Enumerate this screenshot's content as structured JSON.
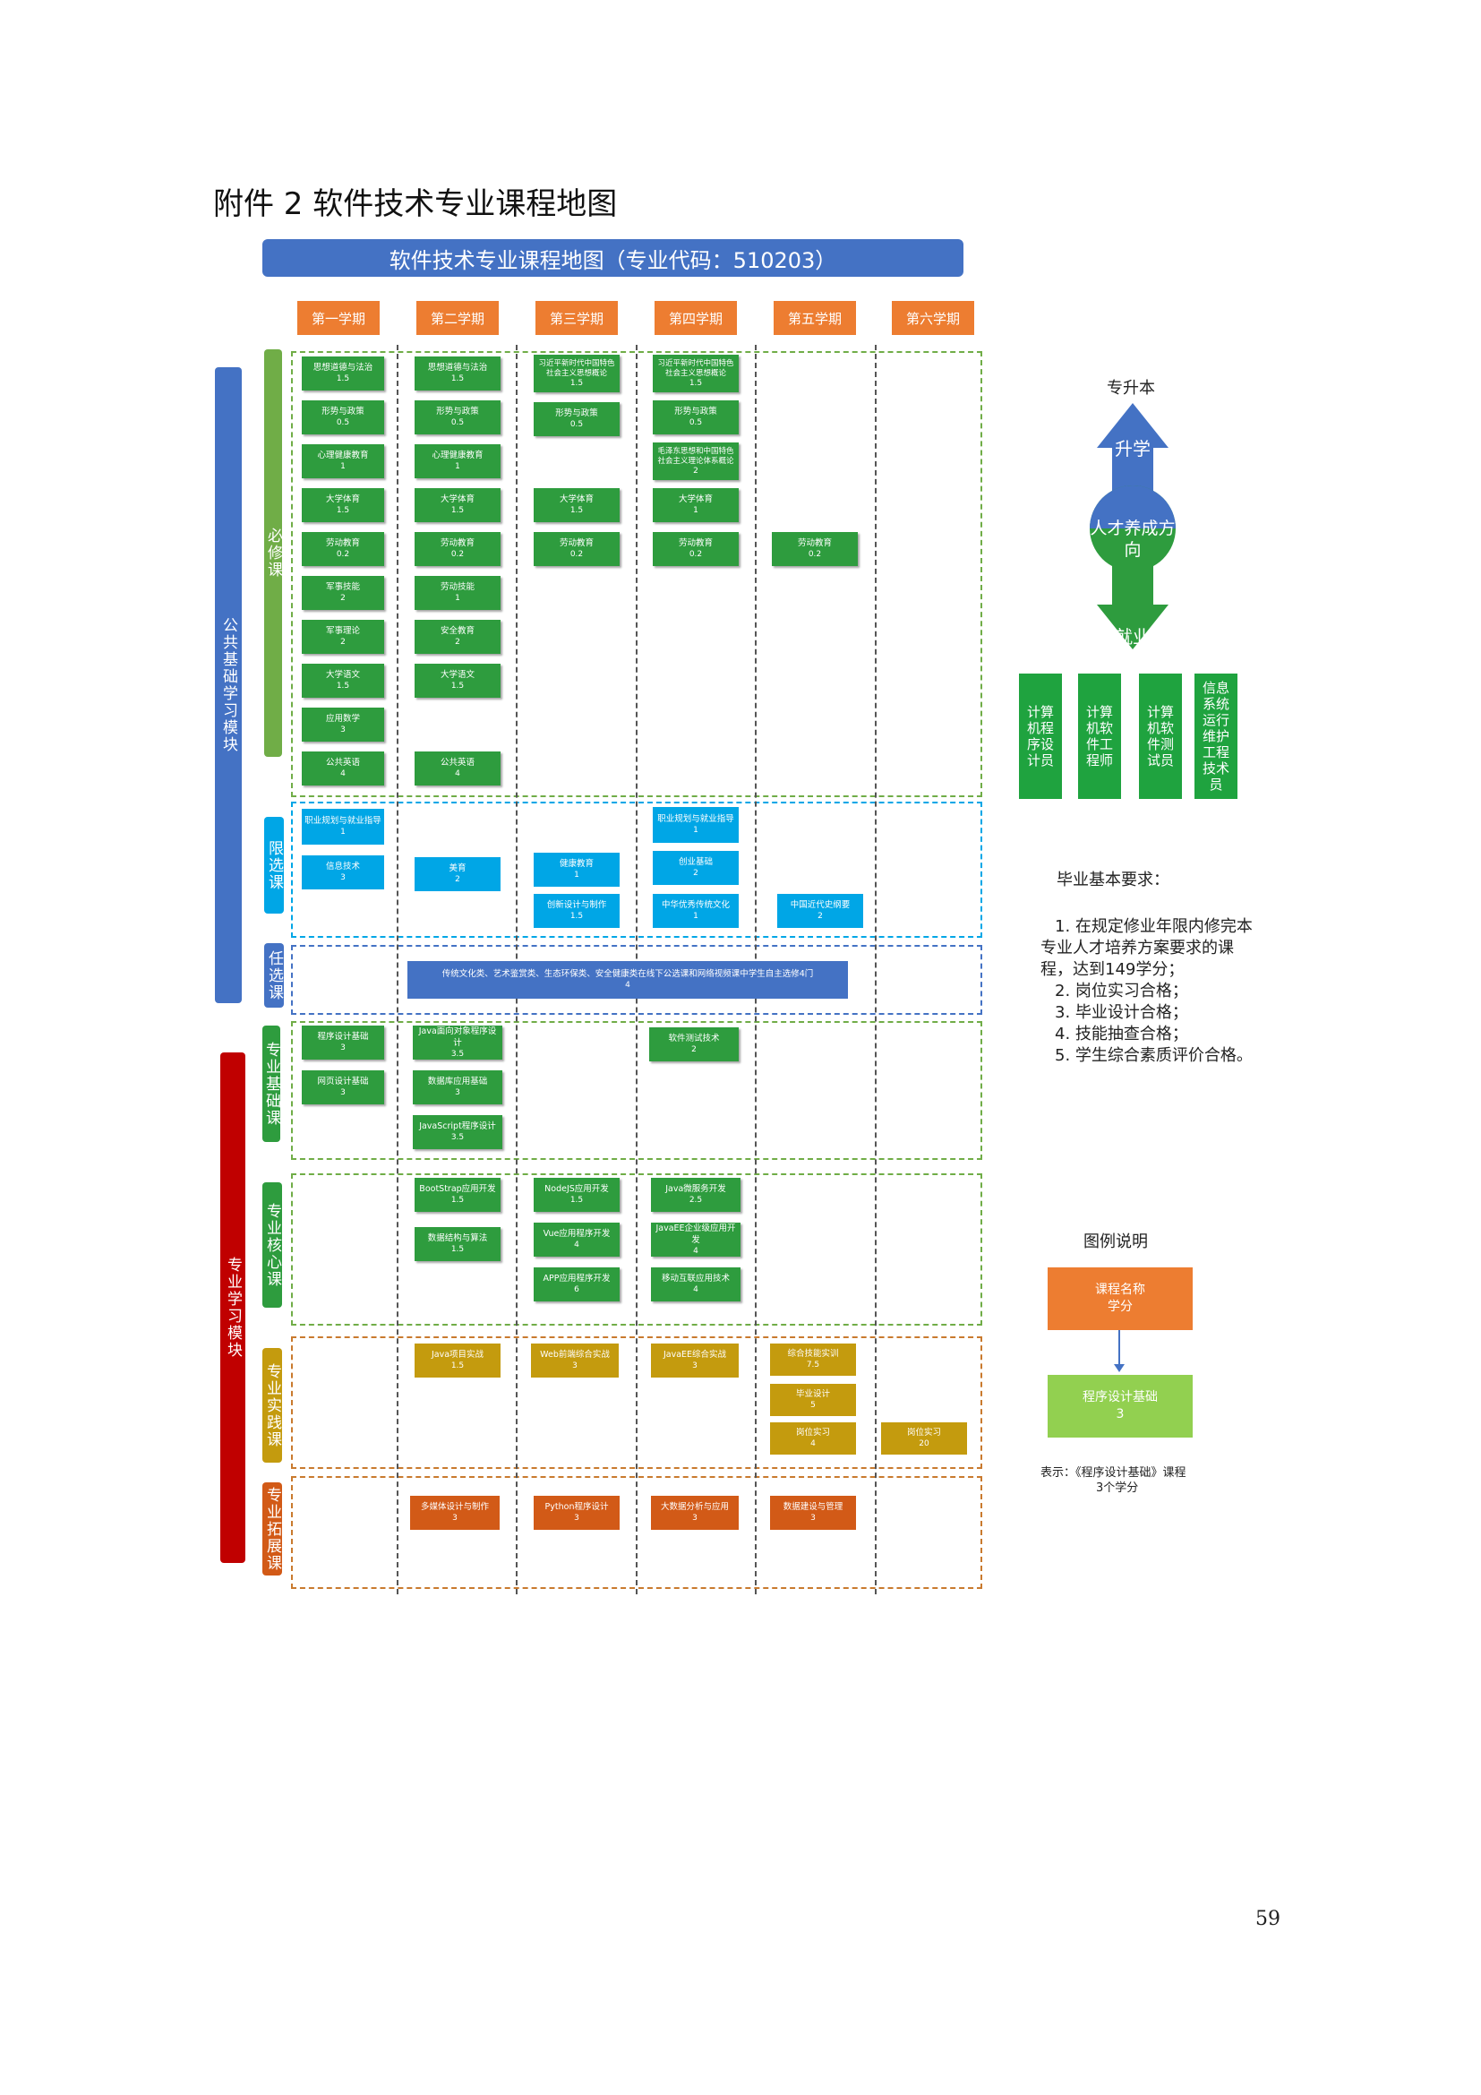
{
  "heading": "附件 2  软件技术专业课程地图",
  "banner": "软件技术专业课程地图（专业代码：510203）",
  "semesters": [
    "第一学期",
    "第二学期",
    "第三学期",
    "第四学期",
    "第五学期",
    "第六学期"
  ],
  "modules": {
    "public": "公共基础学习模块",
    "major": "专业学习模块"
  },
  "rows": {
    "required": "必修课",
    "limited": "限选课",
    "optional": "任选课",
    "foundation": "专业基础课",
    "core": "专业核心课",
    "practice": "专业实践课",
    "extension": "专业拓展课"
  },
  "courses": {
    "r1": [
      {
        "name": "思想道德与法治",
        "credit": "1.5"
      },
      {
        "name": "形势与政策",
        "credit": "0.5"
      },
      {
        "name": "心理健康教育",
        "credit": "1"
      },
      {
        "name": "大学体育",
        "credit": "1.5"
      },
      {
        "name": "劳动教育",
        "credit": "0.2"
      },
      {
        "name": "军事技能",
        "credit": "2"
      },
      {
        "name": "军事理论",
        "credit": "2"
      },
      {
        "name": "大学语文",
        "credit": "1.5"
      },
      {
        "name": "应用数学",
        "credit": "3"
      },
      {
        "name": "公共英语",
        "credit": "4"
      }
    ],
    "r2": [
      {
        "name": "思想道德与法治",
        "credit": "1.5"
      },
      {
        "name": "形势与政策",
        "credit": "0.5"
      },
      {
        "name": "心理健康教育",
        "credit": "1"
      },
      {
        "name": "大学体育",
        "credit": "1.5"
      },
      {
        "name": "劳动教育",
        "credit": "0.2"
      },
      {
        "name": "劳动技能",
        "credit": "1"
      },
      {
        "name": "安全教育",
        "credit": "2"
      },
      {
        "name": "大学语文",
        "credit": "1.5"
      },
      {
        "name": "公共英语",
        "credit": "4"
      }
    ],
    "r3": [
      {
        "name": "习近平新时代中国特色社会主义思想概论",
        "credit": "1.5"
      },
      {
        "name": "形势与政策",
        "credit": "0.5"
      },
      {
        "name": "大学体育",
        "credit": "1.5"
      },
      {
        "name": "劳动教育",
        "credit": "0.2"
      }
    ],
    "r4": [
      {
        "name": "习近平新时代中国特色社会主义思想概论",
        "credit": "1.5"
      },
      {
        "name": "形势与政策",
        "credit": "0.5"
      },
      {
        "name": "毛泽东思想和中国特色社会主义理论体系概论",
        "credit": "2"
      },
      {
        "name": "大学体育",
        "credit": "1"
      },
      {
        "name": "劳动教育",
        "credit": "0.2"
      }
    ],
    "r5": [
      {
        "name": "劳动教育",
        "credit": "0.2"
      }
    ],
    "l1": [
      {
        "name": "职业规划与就业指导",
        "credit": "1"
      },
      {
        "name": "信息技术",
        "credit": "3"
      }
    ],
    "l2": [
      {
        "name": "美育",
        "credit": "2"
      }
    ],
    "l3": [
      {
        "name": "健康教育",
        "credit": "1"
      },
      {
        "name": "创新设计与制作",
        "credit": "1.5"
      }
    ],
    "l4": [
      {
        "name": "职业规划与就业指导",
        "credit": "1"
      },
      {
        "name": "创业基础",
        "credit": "2"
      },
      {
        "name": "中华优秀传统文化",
        "credit": "1"
      }
    ],
    "l5": [
      {
        "name": "中国近代史纲要",
        "credit": "2"
      }
    ],
    "optional": {
      "name": "传统文化类、艺术鉴赏类、生态环保类、安全健康类在线下公选课和网络视频课中学生自主选修4门",
      "credit": "4"
    },
    "f1": [
      {
        "name": "程序设计基础",
        "credit": "3"
      },
      {
        "name": "网页设计基础",
        "credit": "3"
      }
    ],
    "f2": [
      {
        "name": "Java面向对象程序设计",
        "credit": "3.5"
      },
      {
        "name": "数据库应用基础",
        "credit": "3"
      },
      {
        "name": "JavaScript程序设计",
        "credit": "3.5"
      }
    ],
    "f4": [
      {
        "name": "软件测试技术",
        "credit": "2"
      }
    ],
    "c2": [
      {
        "name": "BootStrap应用开发",
        "credit": "1.5"
      },
      {
        "name": "数据结构与算法",
        "credit": "1.5"
      }
    ],
    "c3": [
      {
        "name": "NodeJS应用开发",
        "credit": "1.5"
      },
      {
        "name": "Vue应用程序开发",
        "credit": "4"
      },
      {
        "name": "APP应用程序开发",
        "credit": "6"
      }
    ],
    "c4": [
      {
        "name": "Java微服务开发",
        "credit": "2.5"
      },
      {
        "name": "JavaEE企业级应用开发",
        "credit": "4"
      },
      {
        "name": "移动互联应用技术",
        "credit": "4"
      }
    ],
    "p2": [
      {
        "name": "Java项目实战",
        "credit": "1.5"
      }
    ],
    "p3": [
      {
        "name": "Web前端综合实战",
        "credit": "3"
      }
    ],
    "p4": [
      {
        "name": "JavaEE综合实战",
        "credit": "3"
      }
    ],
    "p5": [
      {
        "name": "综合技能实训",
        "credit": "7.5"
      },
      {
        "name": "毕业设计",
        "credit": "5"
      },
      {
        "name": "岗位实习",
        "credit": "4"
      }
    ],
    "p6": [
      {
        "name": "岗位实习",
        "credit": "20"
      }
    ],
    "e2": [
      {
        "name": "多媒体设计与制作",
        "credit": "3"
      }
    ],
    "e3": [
      {
        "name": "Python程序设计",
        "credit": "3"
      }
    ],
    "e4": [
      {
        "name": "大数据分析与应用",
        "credit": "3"
      }
    ],
    "e5": [
      {
        "name": "数据建设与管理",
        "credit": "3"
      }
    ]
  },
  "direction": {
    "top": "专升本",
    "up": "升学",
    "center": "人才养成方向",
    "down": "就业",
    "jobs": [
      "计算机程序设计员",
      "计算机软件工程师",
      "计算机软件测试员",
      "信息系统运行维护工程技术员"
    ]
  },
  "requirements": {
    "title": "毕业基本要求：",
    "items": [
      "1. 在规定修业年限内修完本",
      "专业人才培养方案要求的课",
      "程，达到149学分；",
      "2. 岗位实习合格；",
      "3. 毕业设计合格；",
      "4. 技能抽查合格；",
      "5. 学生综合素质评价合格。"
    ]
  },
  "legend": {
    "title": "图例说明",
    "sample_name": "课程名称",
    "sample_credit": "学分",
    "example_name": "程序设计基础",
    "example_credit": "3",
    "caption1": "表示：《程序设计基础》课程",
    "caption2": "3个学分"
  },
  "page_number": "59",
  "colors": {
    "banner": "#4472c4",
    "semester": "#ed7d31",
    "required": "#2e9c3e",
    "limited": "#00a6e6",
    "optional": "#4472c4",
    "practice": "#c49b0e",
    "extension": "#d25a17",
    "major_module": "#c00000"
  }
}
